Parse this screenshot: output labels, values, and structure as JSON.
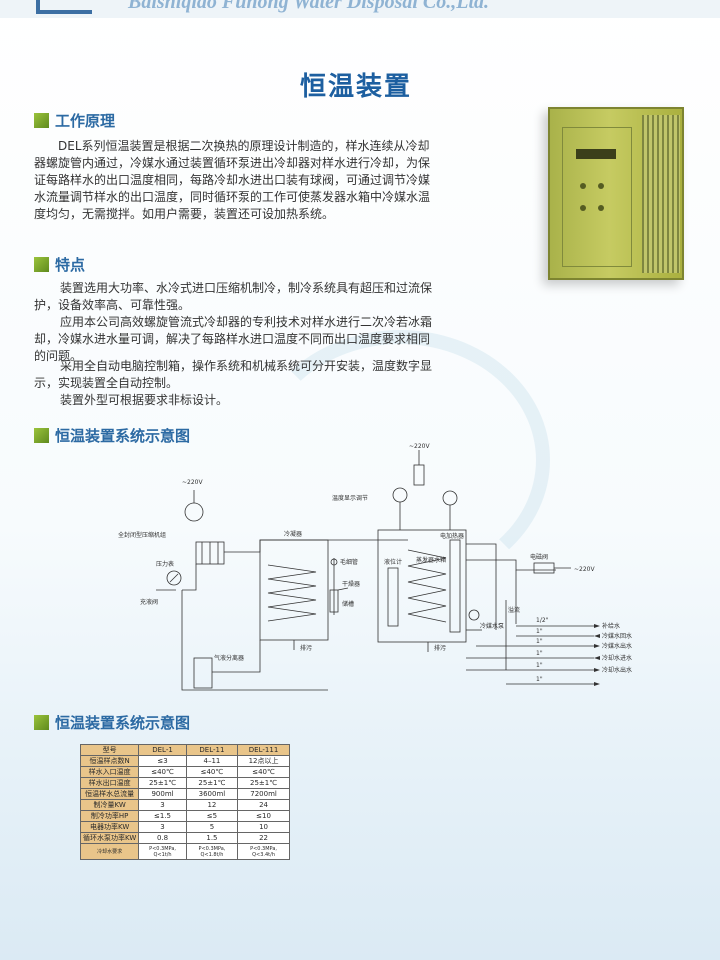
{
  "header": {
    "company_name": "Baishiqiao Fuhong Water Disposal Co.,Ltd."
  },
  "page": {
    "title": "恒温装置"
  },
  "sections": {
    "principle": {
      "title": "工作原理",
      "paragraphs": [
        "DEL系列恒温装置是根据二次换热的原理设计制造的，样水连续从冷却器螺旋管内通过，冷媒水通过装置循环泵进出冷却器对样水进行冷却，为保证每路样水的出口温度相同，每路冷却水进出口装有球阀，可通过调节冷媒水流量调节样水的出口温度，同时循环泵的工作可使蒸发器水箱中冷媒水温度均匀，无需搅拌。如用户需要，装置还可设加热系统。"
      ]
    },
    "features": {
      "title": "特点",
      "paragraphs": [
        "装置选用大功率、水冷式进口压缩机制冷，制冷系统具有超压和过流保护，设备效率高、可靠性强。",
        "应用本公司高效螺旋管流式冷却器的专利技术对样水进行二次冷若冰霜却，冷媒水进水量可调，解决了每路样水进口温度不同而出口温度要求相同的问题。",
        "采用全自动电脑控制箱，操作系统和机械系统可分开安装，温度数字显示，实现装置全自动控制。",
        "装置外型可根据要求非标设计。"
      ]
    },
    "diagram": {
      "title": "恒温装置系统示意图"
    },
    "table_section": {
      "title": "恒温装置系统示意图"
    }
  },
  "diagram_labels": {
    "v220_left": "~220V",
    "v220_top": "~220V",
    "v220_right": "~220V",
    "compressor": "全封闭型压缩机组",
    "pressure_gauge": "压力表",
    "fill_valve": "充液阀",
    "cooler": "冷凝器",
    "capillary": "毛细管",
    "dry_filter": "干燥器",
    "reservoir": "储槽",
    "temp_adjust": "温度显示调节",
    "evaporator": "蒸发器水箱",
    "level": "液位计",
    "heater": "电加热器",
    "coolant_pump": "冷媒水泵",
    "solenoid": "电磁阀",
    "overflow": "溢流",
    "drain1": "排污",
    "drain2": "排污",
    "separator": "气液分离器",
    "size_half": "1/2\"",
    "size_1a": "1\"",
    "size_1b": "1\"",
    "size_1c": "1\"",
    "size_1d": "1\"",
    "size_1e": "1\"",
    "port_supply": "补给水",
    "port_coolant_return": "冷媒水回水",
    "port_coolant_out": "冷媒水出水",
    "port_cooling_in": "冷却水进水",
    "port_cooling_out": "冷却水出水"
  },
  "spec_table": {
    "header": [
      "型号",
      "DEL-1",
      "DEL-11",
      "DEL-111"
    ],
    "rows": [
      [
        "恒温样点数N",
        "≤3",
        "4–11",
        "12点以上"
      ],
      [
        "样水入口温度",
        "≤40℃",
        "≤40℃",
        "≤40℃"
      ],
      [
        "样水出口温度",
        "25±1℃",
        "25±1℃",
        "25±1℃"
      ],
      [
        "恒温样水总流量",
        "900ml",
        "3600ml",
        "7200ml"
      ],
      [
        "制冷量KW",
        "3",
        "12",
        "24"
      ],
      [
        "制冷功率HP",
        "≤1.5",
        "≤5",
        "≤10"
      ],
      [
        "电器功率KW",
        "3",
        "5",
        "10"
      ],
      [
        "循环水泵功率KW",
        "0.8",
        "1.5",
        "22"
      ],
      [
        "冷却水要求",
        "P<0.3MPa, Q<1t/h",
        "P<0.3MPa, Q<1.8t/h",
        "P<0.3MPa, Q<3.4t/h"
      ]
    ]
  },
  "colors": {
    "title_blue": "#1d5fa0",
    "section_blue": "#2c6aa3",
    "section_icon_green": "#7aa62c",
    "table_header_orange": "#e9c58a",
    "cabinet_green": "#b8bd55"
  }
}
